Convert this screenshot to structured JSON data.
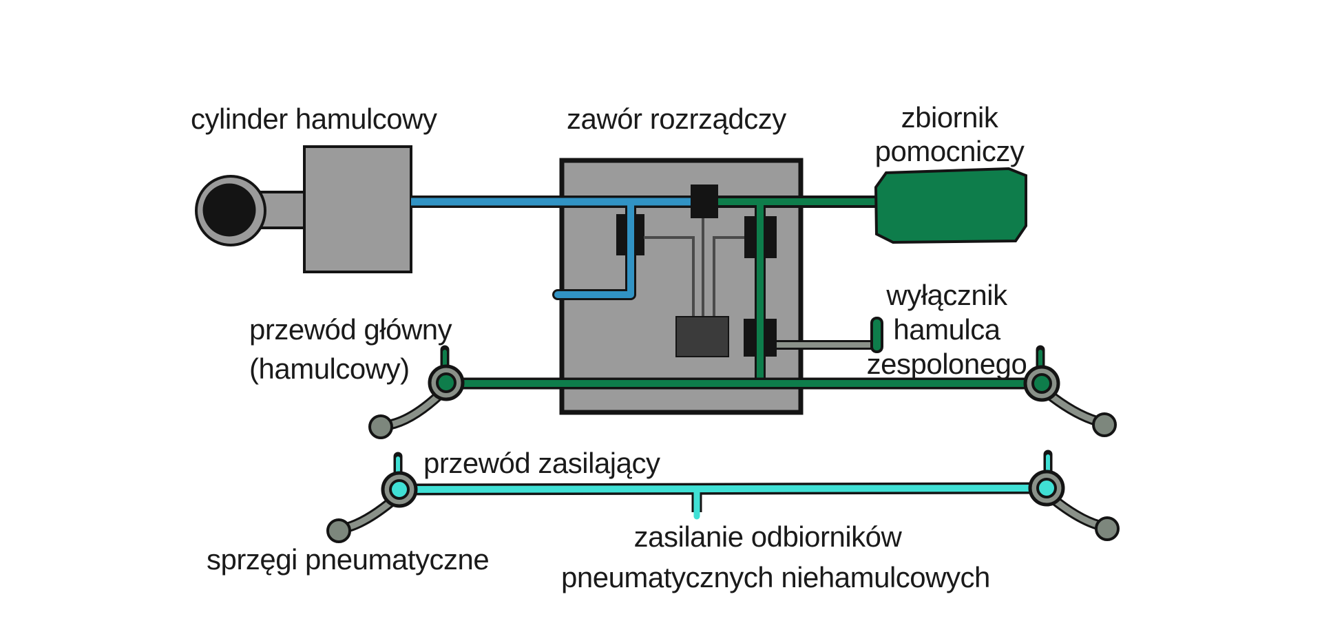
{
  "labels": {
    "brake_cylinder": "cylinder hamulcowy",
    "distributor_valve": "zawór rozrządczy",
    "aux_reservoir": [
      "zbiornik",
      "pomocniczy"
    ],
    "brake_switch": [
      "wyłącznik",
      "hamulca",
      "zespolonego"
    ],
    "main_pipe": [
      "przewód główny",
      "(hamulcowy)"
    ],
    "supply_pipe": "przewód zasilający",
    "non_brake_supply": [
      "zasilanie odbiorników",
      "pneumatycznych niehamulcowych"
    ],
    "pneumatic_couplings": "sprzęgi pneumatyczne"
  },
  "colors": {
    "brake_pipe_blue": "#3193c4",
    "pipe_green": "#0e7d4b",
    "supply_cyan": "#40e0d5",
    "component_gray": "#9b9b9b",
    "hose_gray": "#8a9189",
    "ball_gray": "#7d877d",
    "dark_block": "#3b3b3b",
    "detail_gray": "#4a4a4a",
    "outline_black": "#141414",
    "background": "#ffffff",
    "text": "#1a1a1a"
  }
}
